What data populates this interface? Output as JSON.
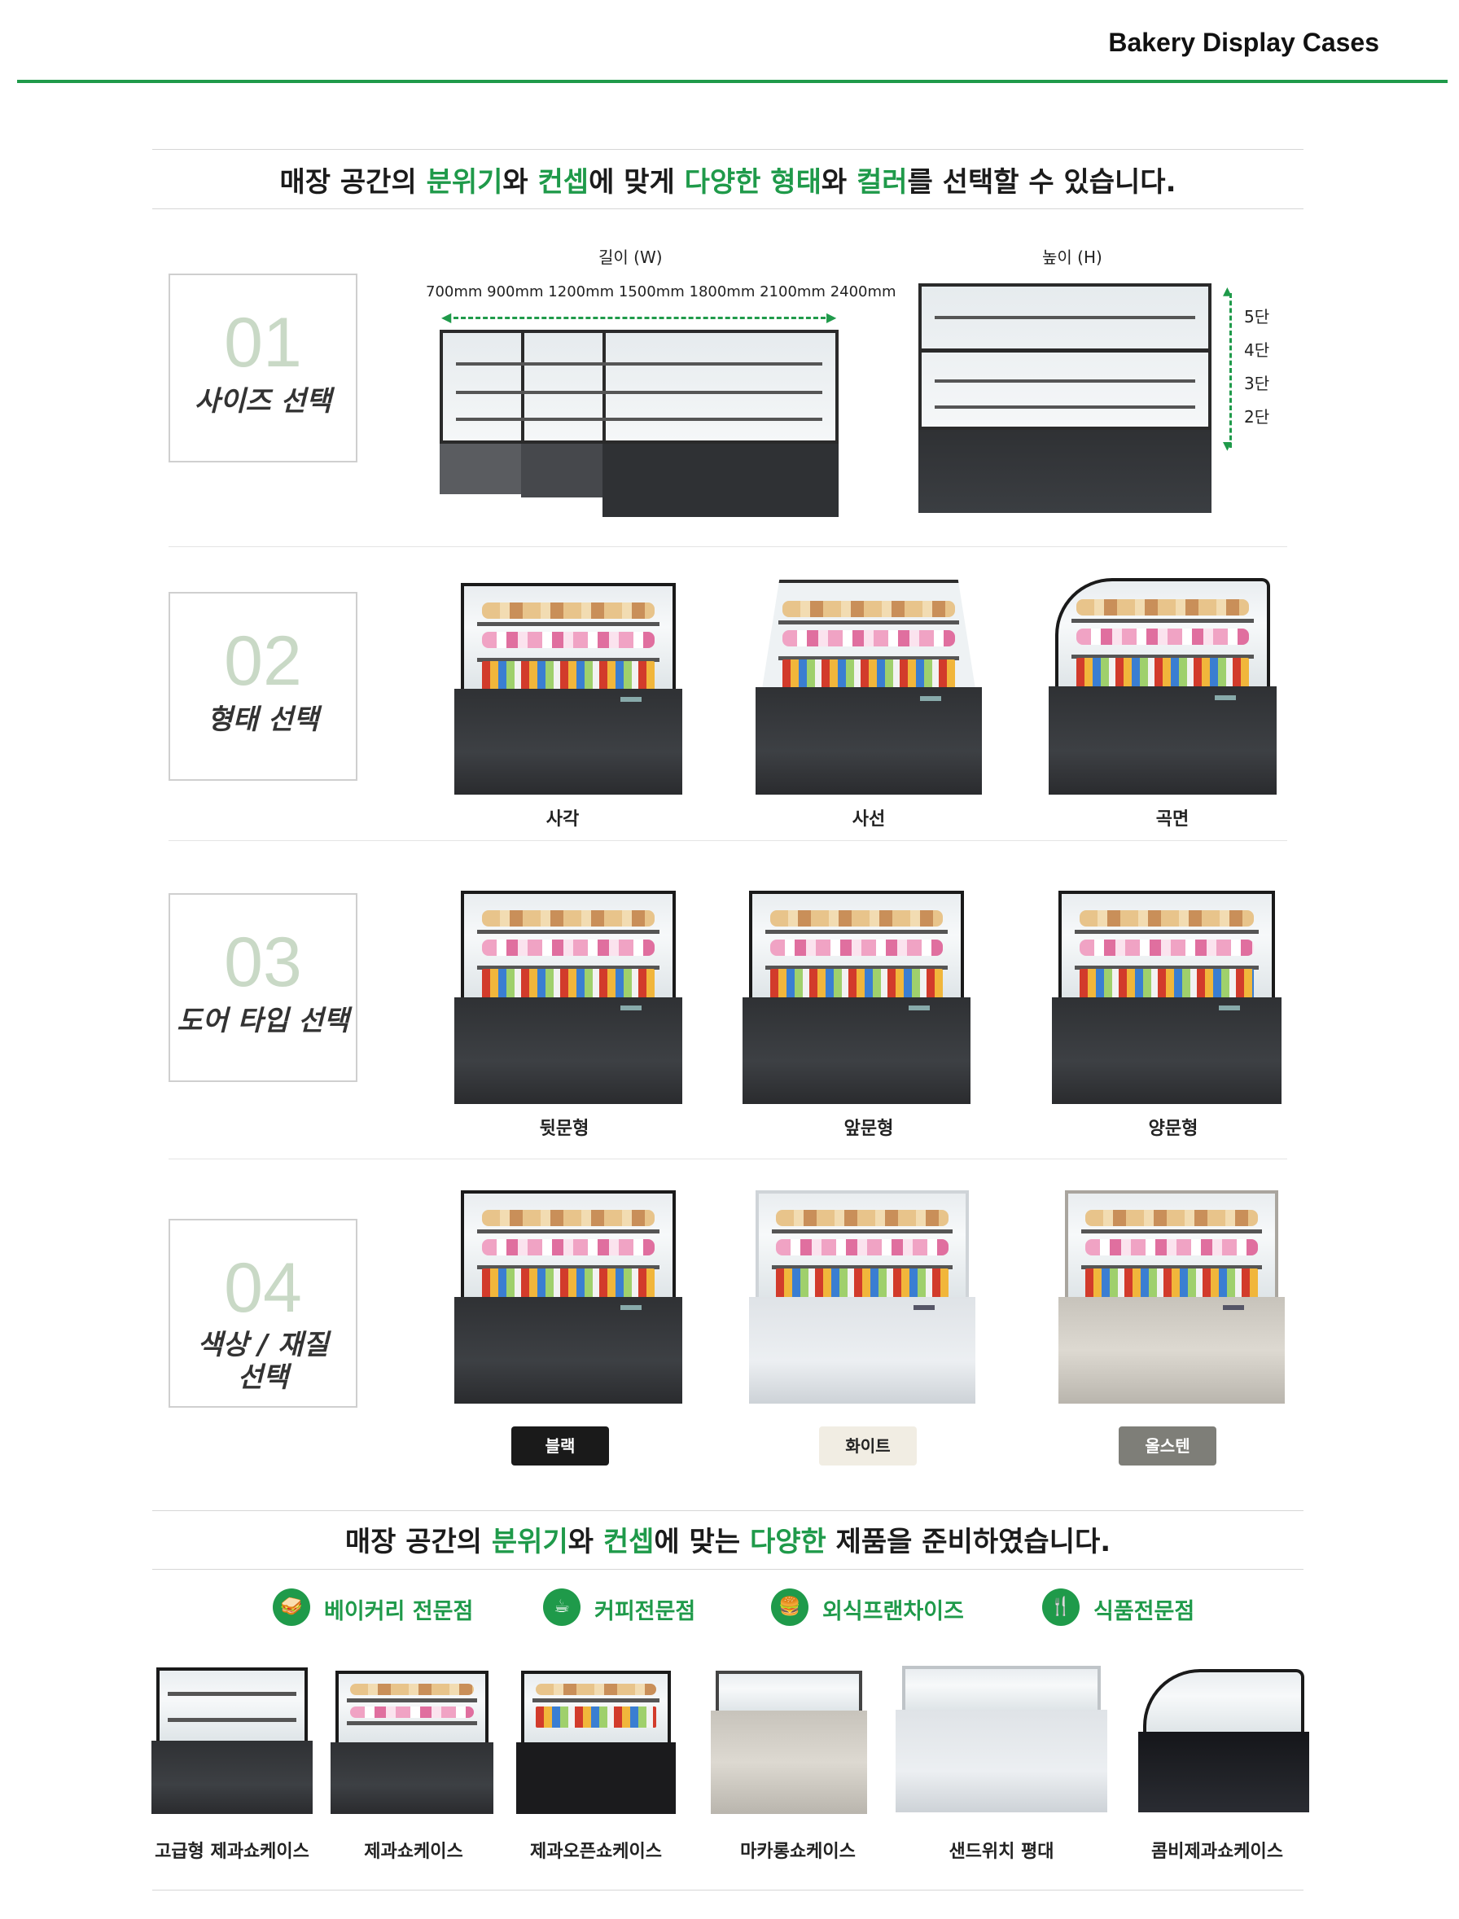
{
  "header": {
    "title": "Bakery Display Cases"
  },
  "headline1": {
    "parts": [
      {
        "text": "매장 공간의 ",
        "accent": false
      },
      {
        "text": "분위기",
        "accent": true
      },
      {
        "text": "와 ",
        "accent": false
      },
      {
        "text": "컨셉",
        "accent": true
      },
      {
        "text": "에 맞게 ",
        "accent": false
      },
      {
        "text": "다양한 형태",
        "accent": true
      },
      {
        "text": "와 ",
        "accent": false
      },
      {
        "text": "컬러",
        "accent": true
      },
      {
        "text": "를 선택할 수 있습니다.",
        "accent": false
      }
    ]
  },
  "steps": [
    {
      "num": "01",
      "label": "사이즈 선택"
    },
    {
      "num": "02",
      "label": "형태 선택"
    },
    {
      "num": "03",
      "label": "도어 타입 선택"
    },
    {
      "num": "04",
      "label_line1": "색상 / 재질",
      "label_line2": "선택"
    }
  ],
  "size": {
    "width_title": "길이 (W)",
    "width_values": "700mm 900mm 1200mm 1500mm 1800mm 2100mm 2400mm",
    "height_title": "높이 (H)",
    "tiers": [
      "5단",
      "4단",
      "3단",
      "2단"
    ]
  },
  "shapes": [
    "사각",
    "사선",
    "곡면"
  ],
  "doors": [
    "뒷문형",
    "앞문형",
    "양문형"
  ],
  "colors": [
    {
      "label": "블랙",
      "bg": "#1a1a1a",
      "fg": "#ffffff"
    },
    {
      "label": "화이트",
      "bg": "#f1ede3",
      "fg": "#222222"
    },
    {
      "label": "올스텐",
      "bg": "#7e7e78",
      "fg": "#ffffff"
    }
  ],
  "headline2": {
    "parts": [
      {
        "text": "매장 공간의 ",
        "accent": false
      },
      {
        "text": "분위기",
        "accent": true
      },
      {
        "text": "와 ",
        "accent": false
      },
      {
        "text": "컨셉",
        "accent": true
      },
      {
        "text": "에 맞는 ",
        "accent": false
      },
      {
        "text": "다양한",
        "accent": true
      },
      {
        "text": " 제품을 준비하였습니다.",
        "accent": false
      }
    ]
  },
  "categories": [
    {
      "icon": "sandwich-icon",
      "glyph": "🥪",
      "label": "베이커리 전문점"
    },
    {
      "icon": "coffee-cup-icon",
      "glyph": "☕",
      "label": "커피전문점"
    },
    {
      "icon": "burger-icon",
      "glyph": "🍔",
      "label": "외식프랜차이즈"
    },
    {
      "icon": "cutlery-icon",
      "glyph": "🍴",
      "label": "식품전문점"
    }
  ],
  "products": [
    "고급형 제과쇼케이스",
    "제과쇼케이스",
    "제과오픈쇼케이스",
    "마카롱쇼케이스",
    "샌드위치 평대",
    "콤비제과쇼케이스"
  ],
  "accent_color": "#1f9a4a"
}
